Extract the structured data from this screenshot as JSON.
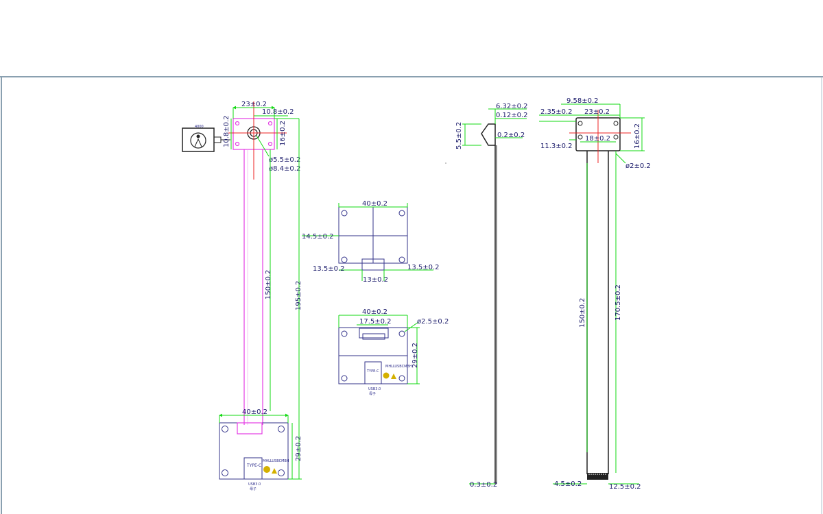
{
  "colors": {
    "dimension_line": "#12d912",
    "outline": "#33338a",
    "cable": "#e43de4",
    "center_mark": "#e22222",
    "text": "#1a1a6a",
    "frame": "#8aa0b0"
  },
  "left_view": {
    "top_width": "23±0.2",
    "hole_pitch": "10.8±0.2",
    "top_height_left": "10.8±0.2",
    "top_height_right": "16±0.2",
    "lens_inner": "ø5.5±0.2",
    "lens_outer": "ø8.4±0.2",
    "cable_length": "150±0.2",
    "total_length": "195±0.2",
    "board_width": "40±0.2",
    "board_height": "29±0.2",
    "label_connector": "TYPE-C",
    "label_usb": "USB3.0",
    "label_usb_sub": "母子",
    "label_board_note": "MHLLUSBCMBH",
    "inset_label": "4000"
  },
  "mid_top_view": {
    "width": "40±0.2",
    "height_mark": "14.5±0.2",
    "left_offset": "13.5±0.2",
    "right_offset": "13.5±0.2",
    "tab_width": "13±0.2"
  },
  "mid_bottom_view": {
    "width": "40±0.2",
    "connector_width": "17.5±0.2",
    "hole_dia": "ø2.5±0.2",
    "height": "29±0.2",
    "label_connector": "TYPE-C",
    "label_usb": "USB3.0",
    "label_usb_sub": "母子",
    "label_board_note": "MHLLUSBCMBH"
  },
  "side_view": {
    "top_total": "6.32±0.2",
    "top_step": "0.12±0.2",
    "lens_depth": "0.2±0.2",
    "height": "5.5±0.2",
    "thickness": "0.3±0.2"
  },
  "right_view": {
    "overall_width": "9.58±0.2",
    "offset": "2.35±0.2",
    "head_width": "23±0.2",
    "head_height": "16±0.2",
    "hole_pitch": "18±0.2",
    "hole_offset": "11.3±0.2",
    "hole_dia": "ø2±0.2",
    "cable_length": "150±0.2",
    "total_length": "170.5±0.2",
    "connector_left": "4.5±0.2",
    "connector_width": "12.5±0.2"
  }
}
